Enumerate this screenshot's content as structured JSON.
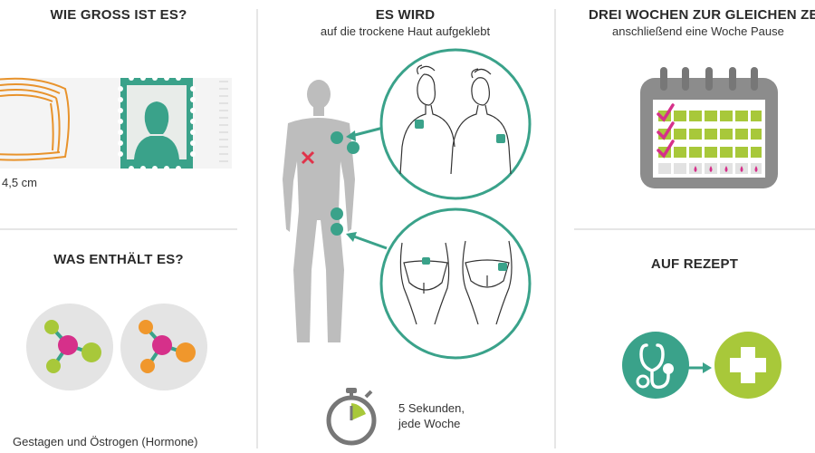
{
  "size_section": {
    "title": "WIE GROSS IST ES?",
    "dimension_label": "4,5 cm"
  },
  "contents_section": {
    "title": "WAS ENTHÄLT ES?",
    "caption": "Gestagen und Östrogen (Hormone)"
  },
  "application_section": {
    "title": "ES WIRD",
    "subtitle": "auf die trockene Haut aufgeklebt",
    "timer_text_line1": "5 Sekunden,",
    "timer_text_line2": "jede Woche"
  },
  "schedule_section": {
    "title": "DREI WOCHEN ZUR GLEICHEN ZEIT",
    "subtitle": "anschließend eine Woche Pause"
  },
  "prescription_section": {
    "title": "AUF REZEPT"
  },
  "colors": {
    "teal": "#3aa28a",
    "green": "#a8c83a",
    "magenta": "#d6308a",
    "orange": "#f0972c",
    "gray_figure": "#bdbdbd",
    "red_cross": "#e0334a"
  }
}
